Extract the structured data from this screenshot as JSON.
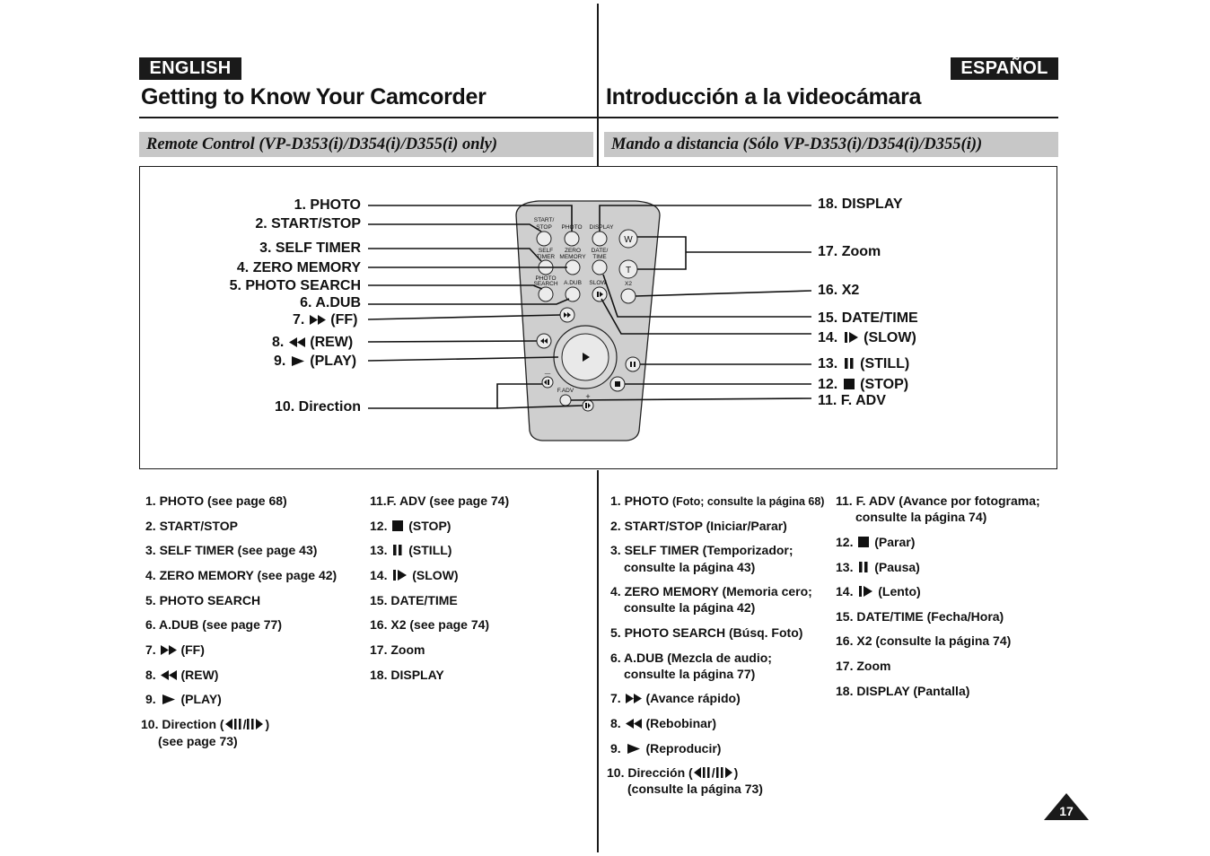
{
  "header": {
    "lang_en": "ENGLISH",
    "lang_es": "ESPAÑOL",
    "title_en": "Getting to Know Your Camcorder",
    "title_es": "Introducción a la videocámara",
    "section_en": "Remote Control (VP-D353(i)/D354(i)/D355(i) only)",
    "section_es": "Mando a distancia  (Sólo VP-D353(i)/D354(i)/D355(i))"
  },
  "diagram": {
    "left_labels": {
      "l1": "1. PHOTO",
      "l2": "2. START/STOP",
      "l3": "3. SELF TIMER",
      "l4": "4. ZERO MEMORY",
      "l5": "5. PHOTO SEARCH",
      "l6": "6. A.DUB",
      "l7n": "7.",
      "l7": "(FF)",
      "l8n": "8.",
      "l8": "(REW)",
      "l9n": "9.",
      "l9": "(PLAY)",
      "l10": "10. Direction"
    },
    "right_labels": {
      "r18": "18. DISPLAY",
      "r17": "17. Zoom",
      "r16": "16. X2",
      "r15": "15. DATE/TIME",
      "r14n": "14.",
      "r14": "(SLOW)",
      "r13n": "13.",
      "r13": "(STILL)",
      "r12n": "12.",
      "r12": "(STOP)",
      "r11": "11. F. ADV"
    },
    "remote": {
      "start_stop": [
        "START/",
        "STOP"
      ],
      "photo": "PHOTO",
      "display": "DISPLAY",
      "self_timer": [
        "SELF",
        "TIMER"
      ],
      "zero_memory": [
        "ZERO",
        "MEMORY"
      ],
      "date_time": [
        "DATE/",
        "TIME"
      ],
      "photo_search": [
        "PHOTO",
        "SEARCH"
      ],
      "a_dub": "A.DUB",
      "slow": "SLOW",
      "x2": "X2",
      "w": "W",
      "t": "T",
      "f_adv": "F.ADV",
      "minus": "—",
      "plus": "+"
    }
  },
  "list_en": {
    "i1": "1. PHOTO (see page 68)",
    "i2": "2. START/STOP",
    "i3": "3. SELF TIMER (see page 43)",
    "i4": "4. ZERO MEMORY (see page 42)",
    "i5": "5. PHOTO SEARCH",
    "i6": "6. A.DUB (see page 77)",
    "i7n": "7.",
    "i7": "(FF)",
    "i8n": "8.",
    "i8": "(REW)",
    "i9n": "9.",
    "i9": "(PLAY)",
    "i10a": "10. Direction (",
    "i10b": ")",
    "i10c": "(see page 73)",
    "i11": "11.F. ADV  (see page 74)",
    "i12n": "12.",
    "i12": "(STOP)",
    "i13n": "13.",
    "i13": "(STILL)",
    "i14n": "14.",
    "i14": "(SLOW)",
    "i15": "15. DATE/TIME",
    "i16": "16. X2 (see page 74)",
    "i17": "17. Zoom",
    "i18": "18. DISPLAY"
  },
  "list_es": {
    "i1a": "1. PHOTO ",
    "i1b": "(Foto; consulte la página 68)",
    "i2": "2. START/STOP (Iniciar/Parar)",
    "i3a": "3. SELF TIMER (Temporizador;",
    "i3b": "consulte la página 43)",
    "i4a": "4. ZERO MEMORY (Memoria cero;",
    "i4b": "consulte la página 42)",
    "i5": "5. PHOTO SEARCH (Búsq. Foto)",
    "i6a": "6. A.DUB (Mezcla de audio;",
    "i6b": "consulte la página 77)",
    "i7n": "7.",
    "i7": "(Avance rápido)",
    "i8n": "8.",
    "i8": "(Rebobinar)",
    "i9n": "9.",
    "i9": "(Reproducir)",
    "i10a": "10. Dirección (",
    "i10b": ")",
    "i10c": "(consulte la página 73)",
    "i11a": "11. F. ADV (Avance por fotograma;",
    "i11b": "consulte la página 74)",
    "i12n": "12.",
    "i12": "(Parar)",
    "i13n": "13.",
    "i13": "(Pausa)",
    "i14n": "14.",
    "i14": "(Lento)",
    "i15": "15. DATE/TIME (Fecha/Hora)",
    "i16": "16. X2 (consulte la página 74)",
    "i17": "17. Zoom",
    "i18": "18. DISPLAY (Pantalla)"
  },
  "footer": {
    "page_number": "17"
  }
}
